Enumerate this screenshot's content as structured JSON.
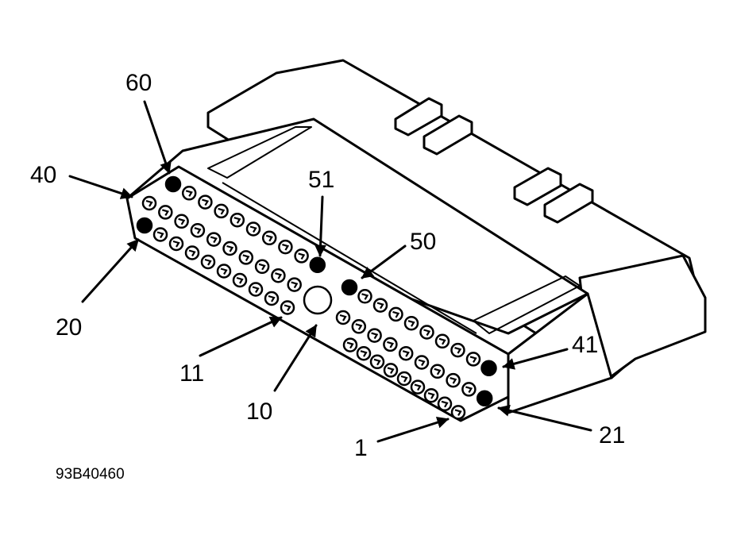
{
  "figure_id": "93B40460",
  "callouts": {
    "pin_60": "60",
    "pin_40": "40",
    "pin_51": "51",
    "pin_50": "50",
    "pin_20": "20",
    "pin_11": "11",
    "pin_10": "10",
    "pin_41": "41",
    "pin_21": "21",
    "pin_1": "1"
  },
  "connector": {
    "rows": 3,
    "filled_pins": [
      "60",
      "51",
      "50",
      "41",
      "21",
      "20"
    ],
    "colors": {
      "line": "#000000",
      "background": "#ffffff"
    }
  }
}
